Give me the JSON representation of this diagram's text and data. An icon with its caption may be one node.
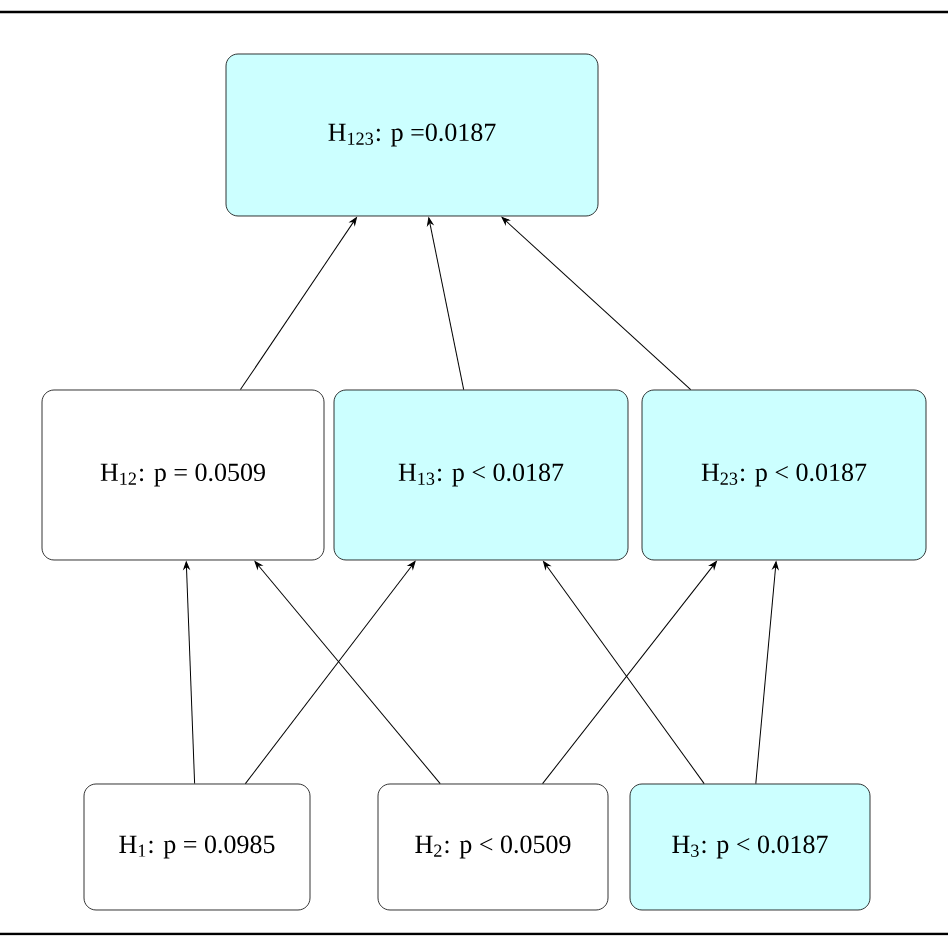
{
  "diagram": {
    "nodes": [
      {
        "text": [
          "H$_{123}$: p =0.0187"
        ]
      },
      {
        "text": [
          "H$_{12}$: p = 0.0509"
        ]
      },
      {
        "text": [
          "H$_{13}$: p < 0.0187"
        ]
      },
      {
        "text": [
          "H$_{23}$: p < 0.0187"
        ]
      },
      {
        "text": [
          "H$_{1}$: p = 0.0985"
        ]
      },
      {
        "text": [
          "H$_{2}$: p < 0.0509"
        ]
      },
      {
        "text": [
          "H$_{3}$: p < 0.0187"
        ]
      }
    ],
    "edges": [
      {
        "from": 1,
        "to": 0,
        "arrow": "to"
      },
      {
        "from": 2,
        "to": 0,
        "arrow": "to"
      },
      {
        "from": 3,
        "to": 0,
        "arrow": "to"
      },
      {
        "from": 4,
        "to": 1,
        "arrow": "to"
      },
      {
        "from": 4,
        "to": 2,
        "arrow": "to"
      },
      {
        "from": 5,
        "to": 1,
        "arrow": "to"
      },
      {
        "from": 5,
        "to": 3,
        "arrow": "to"
      },
      {
        "from": 6,
        "to": 2,
        "arrow": "to"
      },
      {
        "from": 6,
        "to": 3,
        "arrow": "to"
      }
    ]
  }
}
